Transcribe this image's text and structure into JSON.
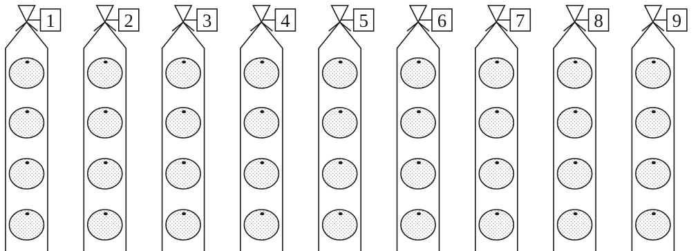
{
  "figure": {
    "bags": [
      {
        "label": "1",
        "oranges": 4
      },
      {
        "label": "2",
        "oranges": 4
      },
      {
        "label": "3",
        "oranges": 4
      },
      {
        "label": "4",
        "oranges": 4
      },
      {
        "label": "5",
        "oranges": 4
      },
      {
        "label": "6",
        "oranges": 4
      },
      {
        "label": "7",
        "oranges": 4
      },
      {
        "label": "8",
        "oranges": 4
      },
      {
        "label": "9",
        "oranges": 4
      }
    ],
    "colors": {
      "line": "#1a1a1a",
      "fruit_fill": "#ffffff",
      "fruit_dots": "#8a8a8a",
      "background": "#ffffff"
    }
  }
}
